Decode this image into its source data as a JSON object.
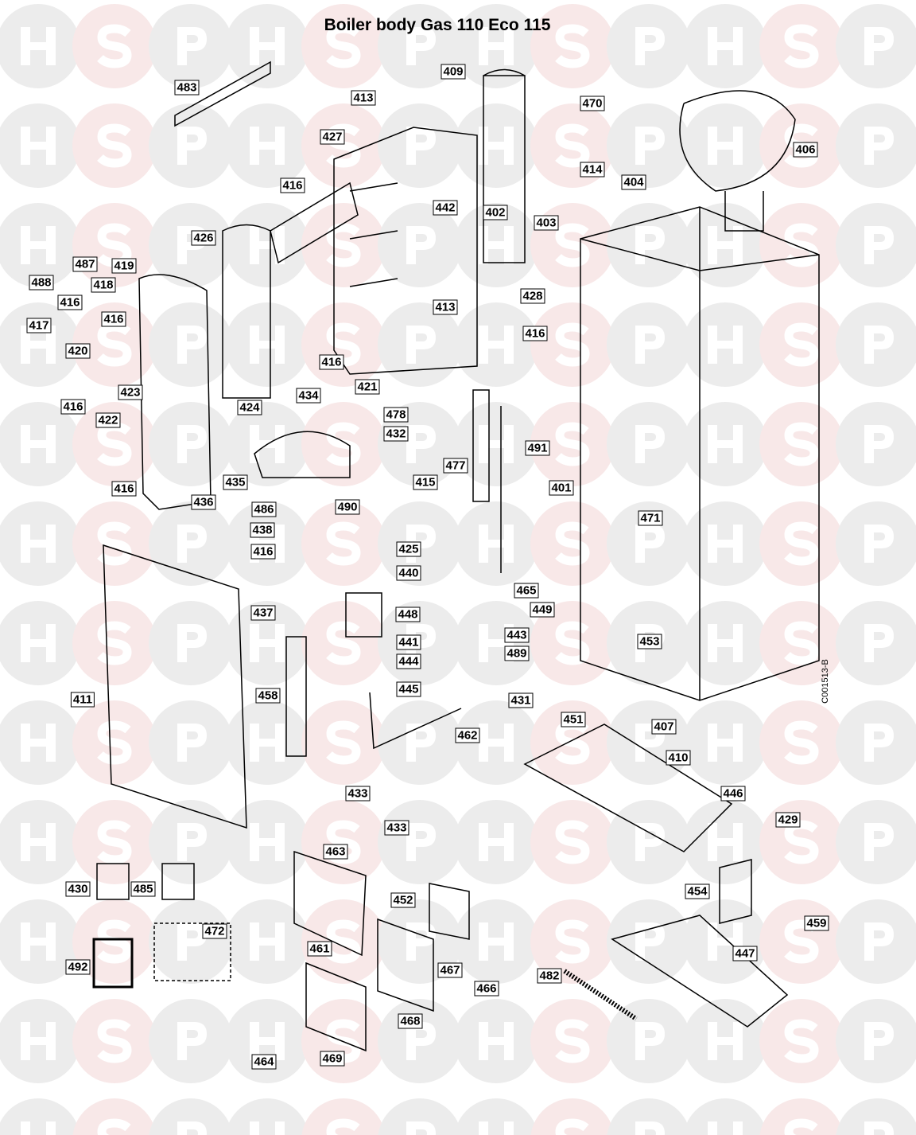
{
  "title": "Boiler body Gas 110 Eco 115",
  "drawing_code": "C001513-B",
  "watermark": "HSP",
  "labels": [
    "483",
    "409",
    "413",
    "470",
    "427",
    "406",
    "414",
    "404",
    "416",
    "442",
    "402",
    "403",
    "426",
    "487",
    "419",
    "418",
    "488",
    "416",
    "428",
    "413",
    "417",
    "416",
    "416",
    "420",
    "416",
    "423",
    "421",
    "434",
    "416",
    "422",
    "424",
    "478",
    "432",
    "491",
    "477",
    "415",
    "401",
    "416",
    "436",
    "435",
    "486",
    "490",
    "471",
    "438",
    "425",
    "416",
    "440",
    "465",
    "437",
    "449",
    "448",
    "443",
    "489",
    "441",
    "444",
    "453",
    "445",
    "458",
    "431",
    "411",
    "451",
    "407",
    "462",
    "410",
    "433",
    "446",
    "429",
    "433",
    "463",
    "430",
    "485",
    "454",
    "452",
    "459",
    "472",
    "447",
    "461",
    "492",
    "467",
    "466",
    "482",
    "468",
    "464",
    "469"
  ]
}
